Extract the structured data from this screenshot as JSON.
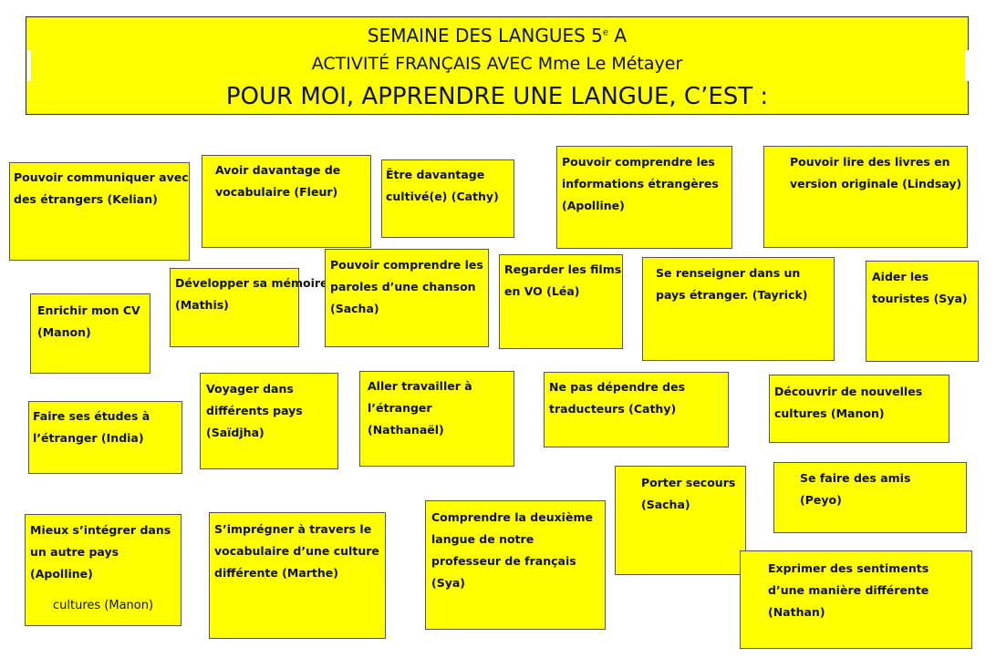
{
  "header": {
    "line1": "SEMAINE DES LANGUES 5",
    "line1_sup": "e",
    "line1_end": " A",
    "line2": "ACTIVITÉ FRANÇAIS AVEC Mme Le Métayer",
    "line3": "POUR MOI, APPRENDRE UNE LANGUE, C’EST :"
  },
  "notes": [
    "Pouvoir communiquer avec\ndes étrangers  (Kelian)",
    "Avoir davantage de\nvocabulaire (Fleur)",
    "Être davantage\ncultivé(e) (Cathy)",
    "Pouvoir comprendre les\ninformations étrangères\n(Apolline)",
    "Pouvoir lire des livres en\nversion originale (Lindsay)",
    "Enrichir mon CV\n(Manon)",
    "Développer sa mémoire\n(Mathis)",
    "Pouvoir comprendre les\nparoles d’une chanson\n(Sacha)",
    "Regarder les films\nen VO (Léa)",
    "Se renseigner dans un\npays étranger. (Tayrick)",
    "Aider les\ntouristes (Sya)",
    "Faire ses études à\nl’étranger (India)",
    "Voyager dans\ndifférents pays\n(Saïdjha)",
    "Aller travailler à\nl’étranger\n(Nathanaël)",
    "Ne pas dépendre des\ntraducteurs (Cathy)",
    "Découvrir de nouvelles\ncultures (Manon)",
    "Mieux s’intégrer dans\nun autre pays\n(Apolline)",
    "S’imprégner à travers le\nvocabulaire d’une culture\ndifférente (Marthe)",
    "Comprendre la deuxième\nlangue de notre\nprofesseur de français\n(Sya)",
    "Porter secours\n(Sacha)",
    "Se faire des amis\n(Peyo)",
    "Exprimer des sentiments\nd’une manière différente\n(Nathan)"
  ],
  "leftover_text": "cultures (Manon)"
}
